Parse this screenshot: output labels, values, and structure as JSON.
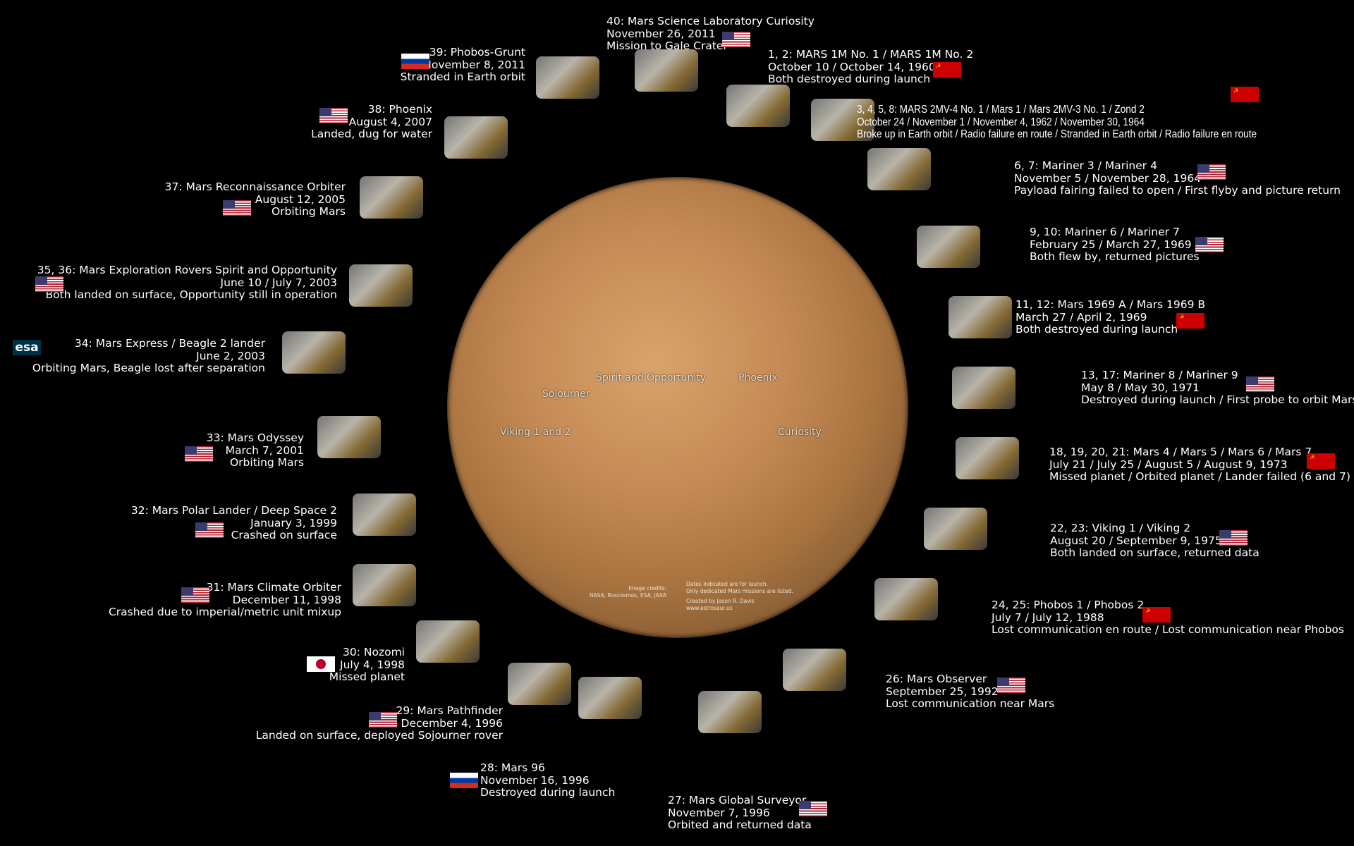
{
  "surface_labels": [
    "Viking 1 and 2",
    "Sojourner",
    "Spirit and Opportunity",
    "Phoenix",
    "Curiosity"
  ],
  "credits": {
    "image_credits": "Image credits:",
    "agencies": "NASA, Roscosmos, ESA, JAXA",
    "note1": "Dates indicated are for launch.",
    "note2": "Only dedicated Mars missions are listed.",
    "created": "Created by Jason R. Davis",
    "url": "www.astrosaur.us"
  },
  "flag_colors": {
    "us_red": "#b22234",
    "us_blue": "#3c3b6e",
    "ussr_red": "#cc0000",
    "russia_blue": "#0039a6",
    "japan_red": "#bc002d",
    "esa_navy": "#003247"
  },
  "missions": [
    {
      "lines": [
        "1, 2: MARS 1M No. 1 / MARS 1M No. 2",
        "October 10 / October 14, 1960",
        "Both destroyed during launch"
      ],
      "flag": "ussr"
    },
    {
      "lines": [
        "3, 4, 5, 8: MARS 2MV-4 No. 1 / Mars 1 / Mars 2MV-3 No. 1 / Zond 2",
        "October 24 / November 1 / November 4, 1962 / November 30, 1964",
        "Broke up in Earth orbit / Radio failure en route / Stranded in Earth orbit / Radio failure en route"
      ],
      "flag": "ussr"
    },
    {
      "lines": [
        "6, 7: Mariner 3 / Mariner 4",
        "November 5 / November 28, 1964",
        "Payload fairing failed to open / First flyby and picture return"
      ],
      "flag": "us"
    },
    {
      "lines": [
        "9, 10: Mariner 6 / Mariner 7",
        "February 25 / March 27, 1969",
        "Both flew by, returned pictures"
      ],
      "flag": "us"
    },
    {
      "lines": [
        "11, 12: Mars 1969 A / Mars 1969 B",
        "March 27 / April 2, 1969",
        "Both destroyed during launch"
      ],
      "flag": "ussr"
    },
    {
      "lines": [
        "13, 17: Mariner 8 / Mariner 9",
        "May 8 / May 30, 1971",
        "Destroyed during launch / First probe to orbit Mars"
      ],
      "flag": "us"
    },
    {
      "lines": [
        "18, 19, 20, 21: Mars 4 / Mars 5 / Mars 6 / Mars 7",
        "July 21 / July 25 / August 5 / August 9, 1973",
        "Missed planet / Orbited planet / Lander failed (6 and 7)"
      ],
      "flag": "ussr"
    },
    {
      "lines": [
        "22, 23: Viking 1 / Viking 2",
        "August 20 / September 9, 1975",
        "Both landed on surface, returned data"
      ],
      "flag": "us"
    },
    {
      "lines": [
        "24, 25: Phobos 1 / Phobos 2",
        "July 7 / July 12, 1988",
        "Lost communication en route / Lost communication near Phobos"
      ],
      "flag": "ussr"
    },
    {
      "lines": [
        "26: Mars Observer",
        "September 25, 1992",
        "Lost communication near Mars"
      ],
      "flag": "us"
    },
    {
      "lines": [
        "27: Mars Global Surveyor",
        "November 7, 1996",
        "Orbited and returned data"
      ],
      "flag": "us"
    },
    {
      "lines": [
        "28: Mars 96",
        "November 16, 1996",
        "Destroyed during launch"
      ],
      "flag": "ru"
    },
    {
      "lines": [
        "29: Mars Pathfinder",
        "December 4, 1996",
        "Landed on surface, deployed Sojourner rover"
      ],
      "flag": "us"
    },
    {
      "lines": [
        "30: Nozomi",
        "July 4, 1998",
        "Missed planet"
      ],
      "flag": "jp"
    },
    {
      "lines": [
        "31: Mars Climate Orbiter",
        "December 11, 1998",
        "Crashed due to imperial/metric unit mixup"
      ],
      "flag": "us"
    },
    {
      "lines": [
        "32: Mars Polar Lander / Deep Space 2",
        "January 3, 1999",
        "Crashed on surface"
      ],
      "flag": "us"
    },
    {
      "lines": [
        "33: Mars Odyssey",
        "March 7, 2001",
        "Orbiting Mars"
      ],
      "flag": "us"
    },
    {
      "lines": [
        "34: Mars Express / Beagle 2 lander",
        "June 2, 2003",
        "Orbiting Mars, Beagle lost after separation"
      ],
      "flag": "esa",
      "flag_text": "esa"
    },
    {
      "lines": [
        "35, 36: Mars Exploration Rovers Spirit and Opportunity",
        "June 10 / July 7, 2003",
        "Both landed on surface, Opportunity still in operation"
      ],
      "flag": "us"
    },
    {
      "lines": [
        "37: Mars Reconnaissance Orbiter",
        "August 12, 2005",
        "Orbiting Mars"
      ],
      "flag": "us"
    },
    {
      "lines": [
        "38: Phoenix",
        "August 4, 2007",
        "Landed, dug for water"
      ],
      "flag": "us"
    },
    {
      "lines": [
        "39: Phobos-Grunt",
        "November 8, 2011",
        "Stranded in Earth orbit"
      ],
      "flag": "ru"
    },
    {
      "lines": [
        "40: Mars Science Laboratory Curiosity",
        "November 26, 2011",
        "Mission to Gale Crater"
      ],
      "flag": "us"
    }
  ]
}
